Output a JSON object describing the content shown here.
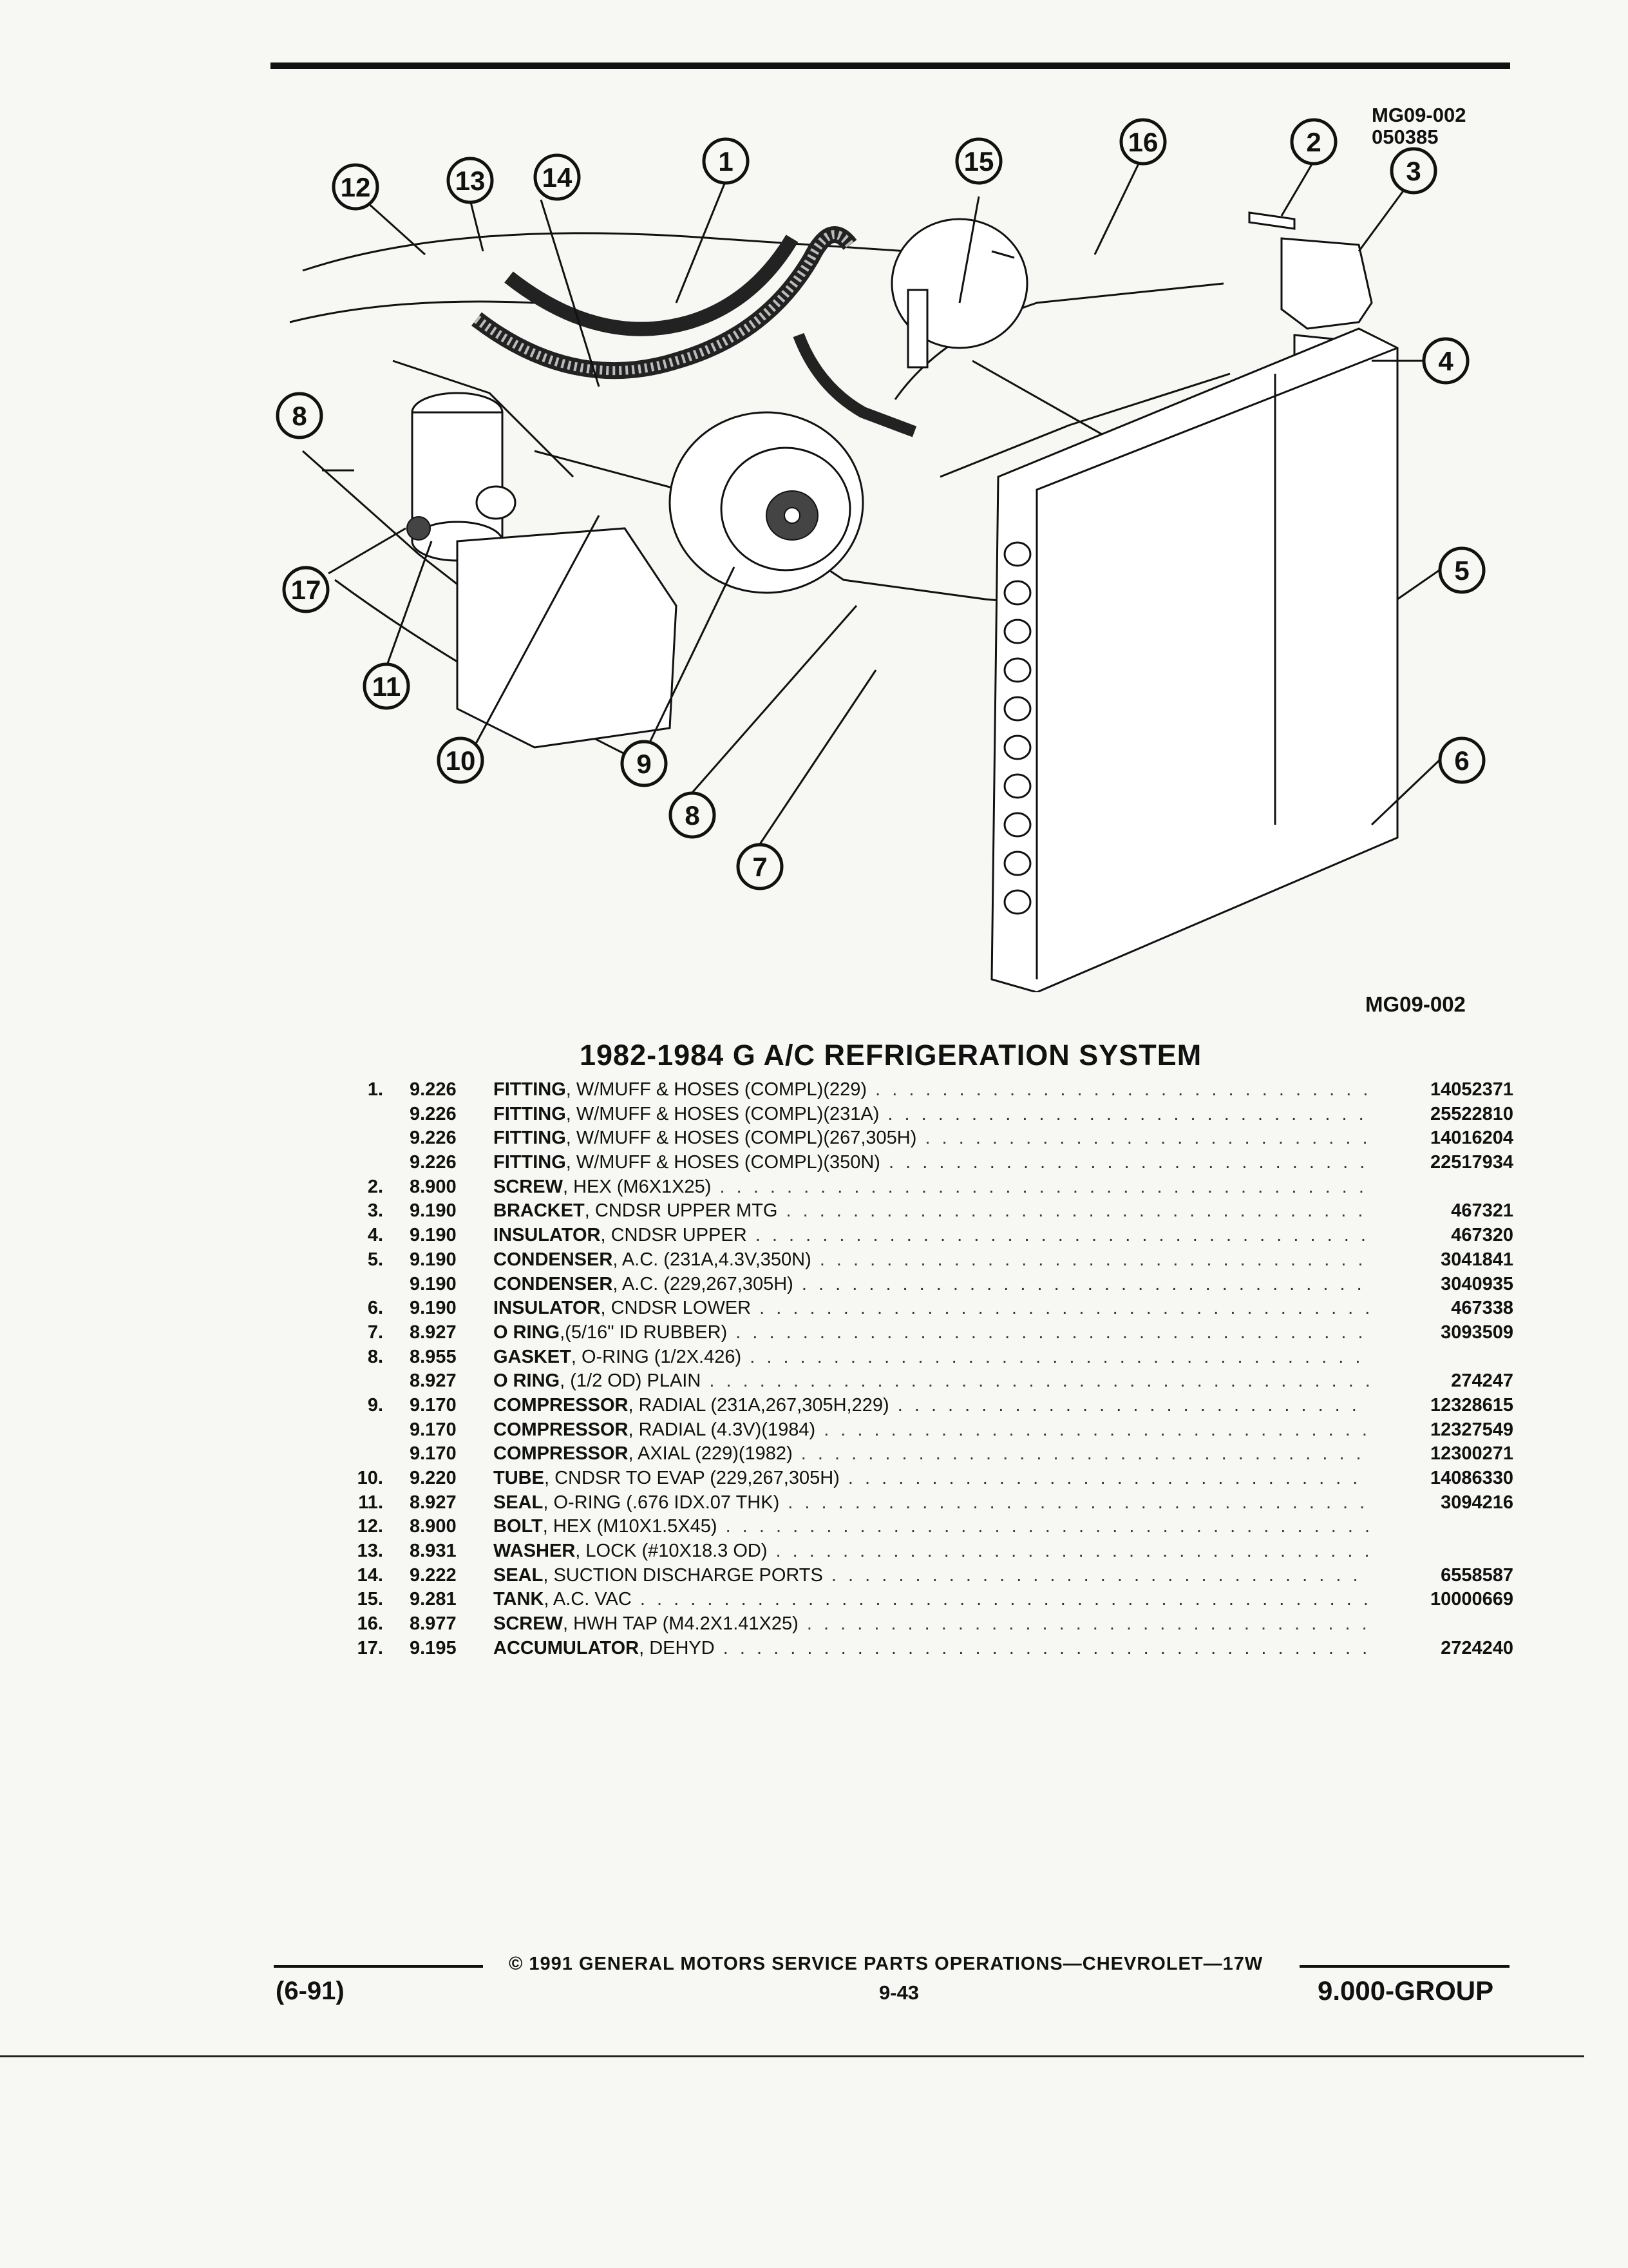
{
  "header": {
    "codes": [
      "MG09-002",
      "050385"
    ]
  },
  "diagram": {
    "caption": "MG09-002",
    "callouts": [
      "1",
      "2",
      "3",
      "4",
      "5",
      "6",
      "7",
      "8",
      "8",
      "9",
      "10",
      "11",
      "12",
      "13",
      "14",
      "15",
      "16",
      "17"
    ]
  },
  "title": "1982-1984 G A/C REFRIGERATION SYSTEM",
  "parts": [
    {
      "num": "1.",
      "group": "9.226",
      "name": "FITTING",
      "detail": ", W/MUFF & HOSES (COMPL)(229)",
      "pn": "14052371"
    },
    {
      "num": "",
      "group": "9.226",
      "name": "FITTING",
      "detail": ", W/MUFF & HOSES (COMPL)(231A)",
      "pn": "25522810"
    },
    {
      "num": "",
      "group": "9.226",
      "name": "FITTING",
      "detail": ", W/MUFF & HOSES (COMPL)(267,305H)",
      "pn": "14016204"
    },
    {
      "num": "",
      "group": "9.226",
      "name": "FITTING",
      "detail": ", W/MUFF & HOSES (COMPL)(350N)",
      "pn": "22517934"
    },
    {
      "num": "2.",
      "group": "8.900",
      "name": "SCREW",
      "detail": ", HEX (M6X1X25)",
      "pn": ""
    },
    {
      "num": "3.",
      "group": "9.190",
      "name": "BRACKET",
      "detail": ", CNDSR UPPER MTG",
      "pn": "467321"
    },
    {
      "num": "4.",
      "group": "9.190",
      "name": "INSULATOR",
      "detail": ", CNDSR UPPER",
      "pn": "467320"
    },
    {
      "num": "5.",
      "group": "9.190",
      "name": "CONDENSER",
      "detail": ", A.C. (231A,4.3V,350N)",
      "pn": "3041841"
    },
    {
      "num": "",
      "group": "9.190",
      "name": "CONDENSER",
      "detail": ", A.C. (229,267,305H)",
      "pn": "3040935"
    },
    {
      "num": "6.",
      "group": "9.190",
      "name": "INSULATOR",
      "detail": ", CNDSR LOWER",
      "pn": "467338"
    },
    {
      "num": "7.",
      "group": "8.927",
      "name": "O RING",
      "detail": ",(5/16\" ID RUBBER)",
      "pn": "3093509"
    },
    {
      "num": "8.",
      "group": "8.955",
      "name": "GASKET",
      "detail": ", O-RING (1/2X.426)",
      "pn": ""
    },
    {
      "num": "",
      "group": "8.927",
      "name": "O RING",
      "detail": ", (1/2 OD) PLAIN",
      "pn": "274247"
    },
    {
      "num": "9.",
      "group": "9.170",
      "name": "COMPRESSOR",
      "detail": ", RADIAL (231A,267,305H,229)",
      "pn": "12328615"
    },
    {
      "num": "",
      "group": "9.170",
      "name": "COMPRESSOR",
      "detail": ", RADIAL (4.3V)(1984)",
      "pn": "12327549"
    },
    {
      "num": "",
      "group": "9.170",
      "name": "COMPRESSOR",
      "detail": ", AXIAL (229)(1982)",
      "pn": "12300271"
    },
    {
      "num": "10.",
      "group": "9.220",
      "name": "TUBE",
      "detail": ", CNDSR TO EVAP (229,267,305H)",
      "pn": "14086330"
    },
    {
      "num": "11.",
      "group": "8.927",
      "name": "SEAL",
      "detail": ", O-RING (.676 IDX.07 THK)",
      "pn": "3094216"
    },
    {
      "num": "12.",
      "group": "8.900",
      "name": "BOLT",
      "detail": ", HEX (M10X1.5X45)",
      "pn": ""
    },
    {
      "num": "13.",
      "group": "8.931",
      "name": "WASHER",
      "detail": ", LOCK (#10X18.3 OD)",
      "pn": ""
    },
    {
      "num": "14.",
      "group": "9.222",
      "name": "SEAL",
      "detail": ", SUCTION DISCHARGE PORTS",
      "pn": "6558587"
    },
    {
      "num": "15.",
      "group": "9.281",
      "name": "TANK",
      "detail": ", A.C. VAC",
      "pn": "10000669"
    },
    {
      "num": "16.",
      "group": "8.977",
      "name": "SCREW",
      "detail": ", HWH TAP (M4.2X1.41X25)",
      "pn": ""
    },
    {
      "num": "17.",
      "group": "9.195",
      "name": "ACCUMULATOR",
      "detail": ", DEHYD",
      "pn": "2724240"
    }
  ],
  "footer": {
    "copyright": "© 1991 GENERAL MOTORS SERVICE PARTS OPERATIONS—CHEVROLET—17W",
    "date_code": "(6-91)",
    "page": "9-43",
    "group": "9.000-GROUP"
  }
}
